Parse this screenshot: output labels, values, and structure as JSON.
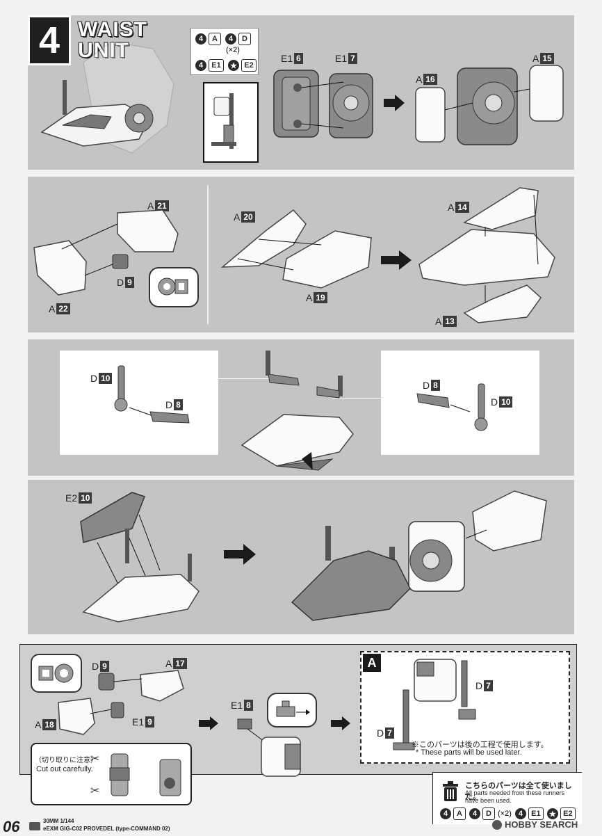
{
  "step": {
    "number": "4",
    "title_line1": "WAIST",
    "title_line2": "UNIT"
  },
  "runners_needed": {
    "a": "A",
    "d": "D",
    "d_qty": "(×2)",
    "e1": "E1",
    "e2": "E2"
  },
  "labels": {
    "e1_6": {
      "letter": "E1",
      "num": "6"
    },
    "e1_7": {
      "letter": "E1",
      "num": "7"
    },
    "a_15": {
      "letter": "A",
      "num": "15"
    },
    "a_16": {
      "letter": "A",
      "num": "16"
    },
    "a_21": {
      "letter": "A",
      "num": "21"
    },
    "a_22": {
      "letter": "A",
      "num": "22"
    },
    "d_9_top": {
      "letter": "D",
      "num": "9"
    },
    "a_20": {
      "letter": "A",
      "num": "20"
    },
    "a_19": {
      "letter": "A",
      "num": "19"
    },
    "a_14": {
      "letter": "A",
      "num": "14"
    },
    "a_13": {
      "letter": "A",
      "num": "13"
    },
    "d_10_left": {
      "letter": "D",
      "num": "10"
    },
    "d_8_left": {
      "letter": "D",
      "num": "8"
    },
    "d_8_right": {
      "letter": "D",
      "num": "8"
    },
    "d_10_right": {
      "letter": "D",
      "num": "10"
    },
    "e2_10": {
      "letter": "E2",
      "num": "10"
    },
    "d_9_bottom": {
      "letter": "D",
      "num": "9"
    },
    "a_17": {
      "letter": "A",
      "num": "17"
    },
    "a_18": {
      "letter": "A",
      "num": "18"
    },
    "e1_9": {
      "letter": "E1",
      "num": "9"
    },
    "e1_8": {
      "letter": "E1",
      "num": "8"
    },
    "d_7_right": {
      "letter": "D",
      "num": "7"
    },
    "d_7_left": {
      "letter": "D",
      "num": "7"
    }
  },
  "cut_note": {
    "jp": "（切り取りに注意）",
    "en": "Cut out carefully."
  },
  "later_box": {
    "tag": "A",
    "jp": "※このパーツは後の工程で使用します。",
    "en1": "* These parts will be used later."
  },
  "all_used": {
    "jp": "こちらのパーツは全て使いました。",
    "en1": "All parts needed from these runners",
    "en2": "have been used.",
    "a": "A",
    "d": "D",
    "d_qty": "(×2)",
    "e1": "E1",
    "e2": "E2"
  },
  "footer": {
    "page": "06",
    "scale": "30MM 1/144",
    "model": "eEXM GIG-C02 PROVEDEL (type-COMMAND 02)",
    "watermark": "HOBBY SEARCH"
  }
}
